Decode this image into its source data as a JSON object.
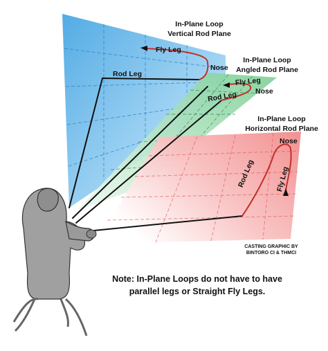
{
  "planes": {
    "vertical": {
      "title_line1": "In-Plane Loop",
      "title_line2": "Vertical Rod Plane",
      "color": "#5fb3e8"
    },
    "angled": {
      "title_line1": "In-Plane Loop",
      "title_line2": "Angled Rod Plane",
      "color": "#8fd6a6"
    },
    "horizontal": {
      "title_line1": "In-Plane Loop",
      "title_line2": "Horizontal Rod Plane",
      "color": "#f07f7f"
    }
  },
  "legs": {
    "fly_leg": "Fly Leg",
    "rod_leg": "Rod Leg",
    "nose": "Nose"
  },
  "credit": {
    "line1": "CASTING GRAPHIC BY",
    "line2": "BINTORO CI & THMCI"
  },
  "note": {
    "line1": "Note: In-Plane Loops do not have to have",
    "line2": "parallel legs or Straight Fly Legs."
  },
  "colors": {
    "loop_line": "#c0302a",
    "rod_line": "#111111",
    "grid": "#2d7fc4",
    "angler": "#9a9a9a"
  }
}
